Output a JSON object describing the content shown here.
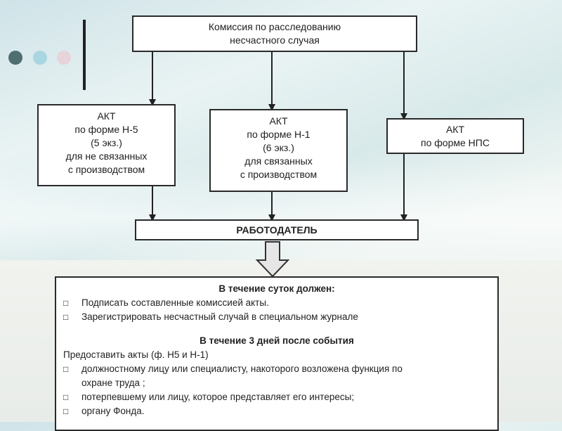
{
  "commission": {
    "line1": "Комиссия по расследованию",
    "line2": "несчастного случая"
  },
  "acts": [
    {
      "lines": [
        "АКТ",
        "по форме Н-5",
        "(5 экз.)",
        "для не связанных",
        "с производством"
      ]
    },
    {
      "lines": [
        "АКТ",
        "по форме Н-1",
        "(6 экз.)",
        "для связанных",
        "с производством"
      ]
    },
    {
      "lines": [
        "АКТ",
        "по  форме НПС"
      ]
    }
  ],
  "employer": {
    "label": "РАБОТОДАТЕЛЬ"
  },
  "info": {
    "heading1": "В течение суток должен:",
    "duties": [
      "Подписать составленные комиссией акты.",
      "Зарегистрировать  несчастный случай в  специальном  журнале"
    ],
    "heading2": "В течение  3 дней после события",
    "intro": "Предоставить акты     (ф. Н5 и Н-1)",
    "recipients": [
      "должностному лицу   или специалисту, накоторого возложена функция по",
      "охране труда ;",
      "потерпевшему или лицу, которое представляет его интересы;",
      "органу Фонда."
    ],
    "bullet_glyph": "",
    "bullet_fallback": "□"
  },
  "colors": {
    "dot1": "#4f6e72",
    "dot2": "#a9d6e0",
    "dot3": "#e7d3da",
    "line": "#222222"
  }
}
